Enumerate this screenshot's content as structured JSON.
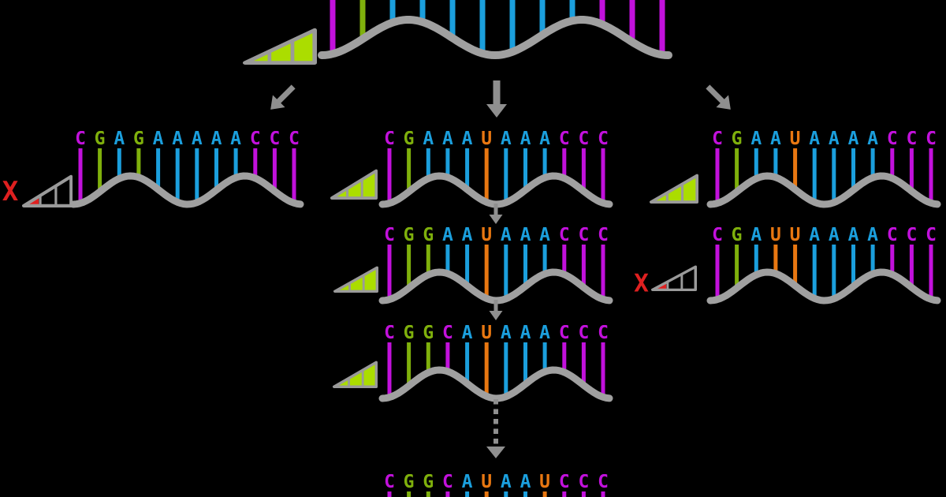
{
  "diagram_title": "rna-in-vitro-evolution",
  "palette": {
    "C": "#c211dc",
    "G": "#7fb00c",
    "A": "#1b9fdd",
    "U": "#e87711"
  },
  "colors": {
    "background": "#000000",
    "strand": "#a0a0a0",
    "arrow": "#8f8f8f",
    "ramp_outline": "#9a9a9a",
    "ramp_fill": "#abdd00",
    "dead_red": "#df2020"
  },
  "dead_mark": "X",
  "strands": {
    "ancestor": {
      "sequence": "CGAAAAAAACCC",
      "letters_visible": false,
      "fitness": "high"
    },
    "gen1_left": {
      "sequence": "CGAGAAAAACCC",
      "letters_visible": true,
      "fitness": "dead"
    },
    "gen1_center": {
      "sequence": "CGAAAUAAACCC",
      "letters_visible": true,
      "fitness": "high"
    },
    "gen1_right": {
      "sequence": "CGAAUAAAACCC",
      "letters_visible": true,
      "fitness": "high"
    },
    "gen2_center": {
      "sequence": "CGGAAUAAACCC",
      "letters_visible": true,
      "fitness": "high"
    },
    "gen2_right": {
      "sequence": "CGAUUAAAACCC",
      "letters_visible": true,
      "fitness": "dead"
    },
    "gen3_center": {
      "sequence": "CGGCAUAAACCC",
      "letters_visible": true,
      "fitness": "high"
    },
    "final": {
      "sequence": "CGGCAUAAUCCC",
      "letters_visible": true,
      "fitness": "none"
    }
  }
}
